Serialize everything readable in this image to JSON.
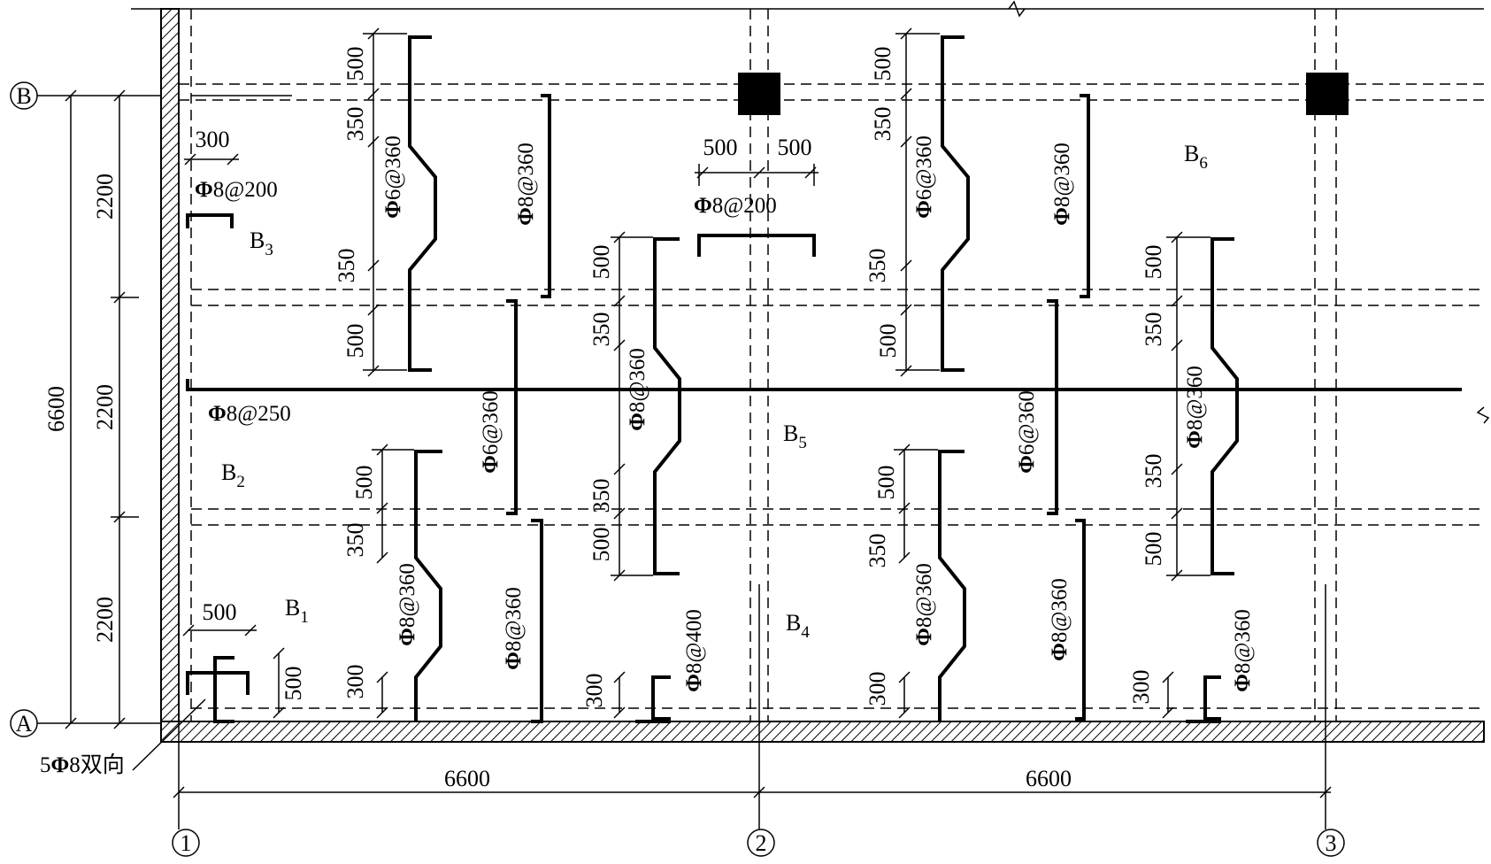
{
  "axes": {
    "row_a": "A",
    "row_b": "B",
    "col_1": "1",
    "col_2": "2",
    "col_3": "3"
  },
  "dimensions": {
    "span_x_1_2": "6600",
    "span_x_2_3": "6600",
    "span_y_total": "6600",
    "bay_top": "2200",
    "bay_mid": "2200",
    "bay_bot": "2200",
    "d500": "500",
    "d350": "350",
    "d300": "300"
  },
  "slabs": {
    "b1": {
      "main": "B",
      "sub": "1"
    },
    "b2": {
      "main": "B",
      "sub": "2"
    },
    "b3": {
      "main": "B",
      "sub": "3"
    },
    "b4": {
      "main": "B",
      "sub": "4"
    },
    "b5": {
      "main": "B",
      "sub": "5"
    },
    "b6": {
      "main": "B",
      "sub": "6"
    }
  },
  "rebar": {
    "phi": "Φ",
    "r8_200": "8@200",
    "r8_250": "8@250",
    "r6_360": "6@360",
    "r8_360": "8@360",
    "r8_400": "8@400",
    "corner_pre": "5",
    "corner_post": "8双向"
  }
}
